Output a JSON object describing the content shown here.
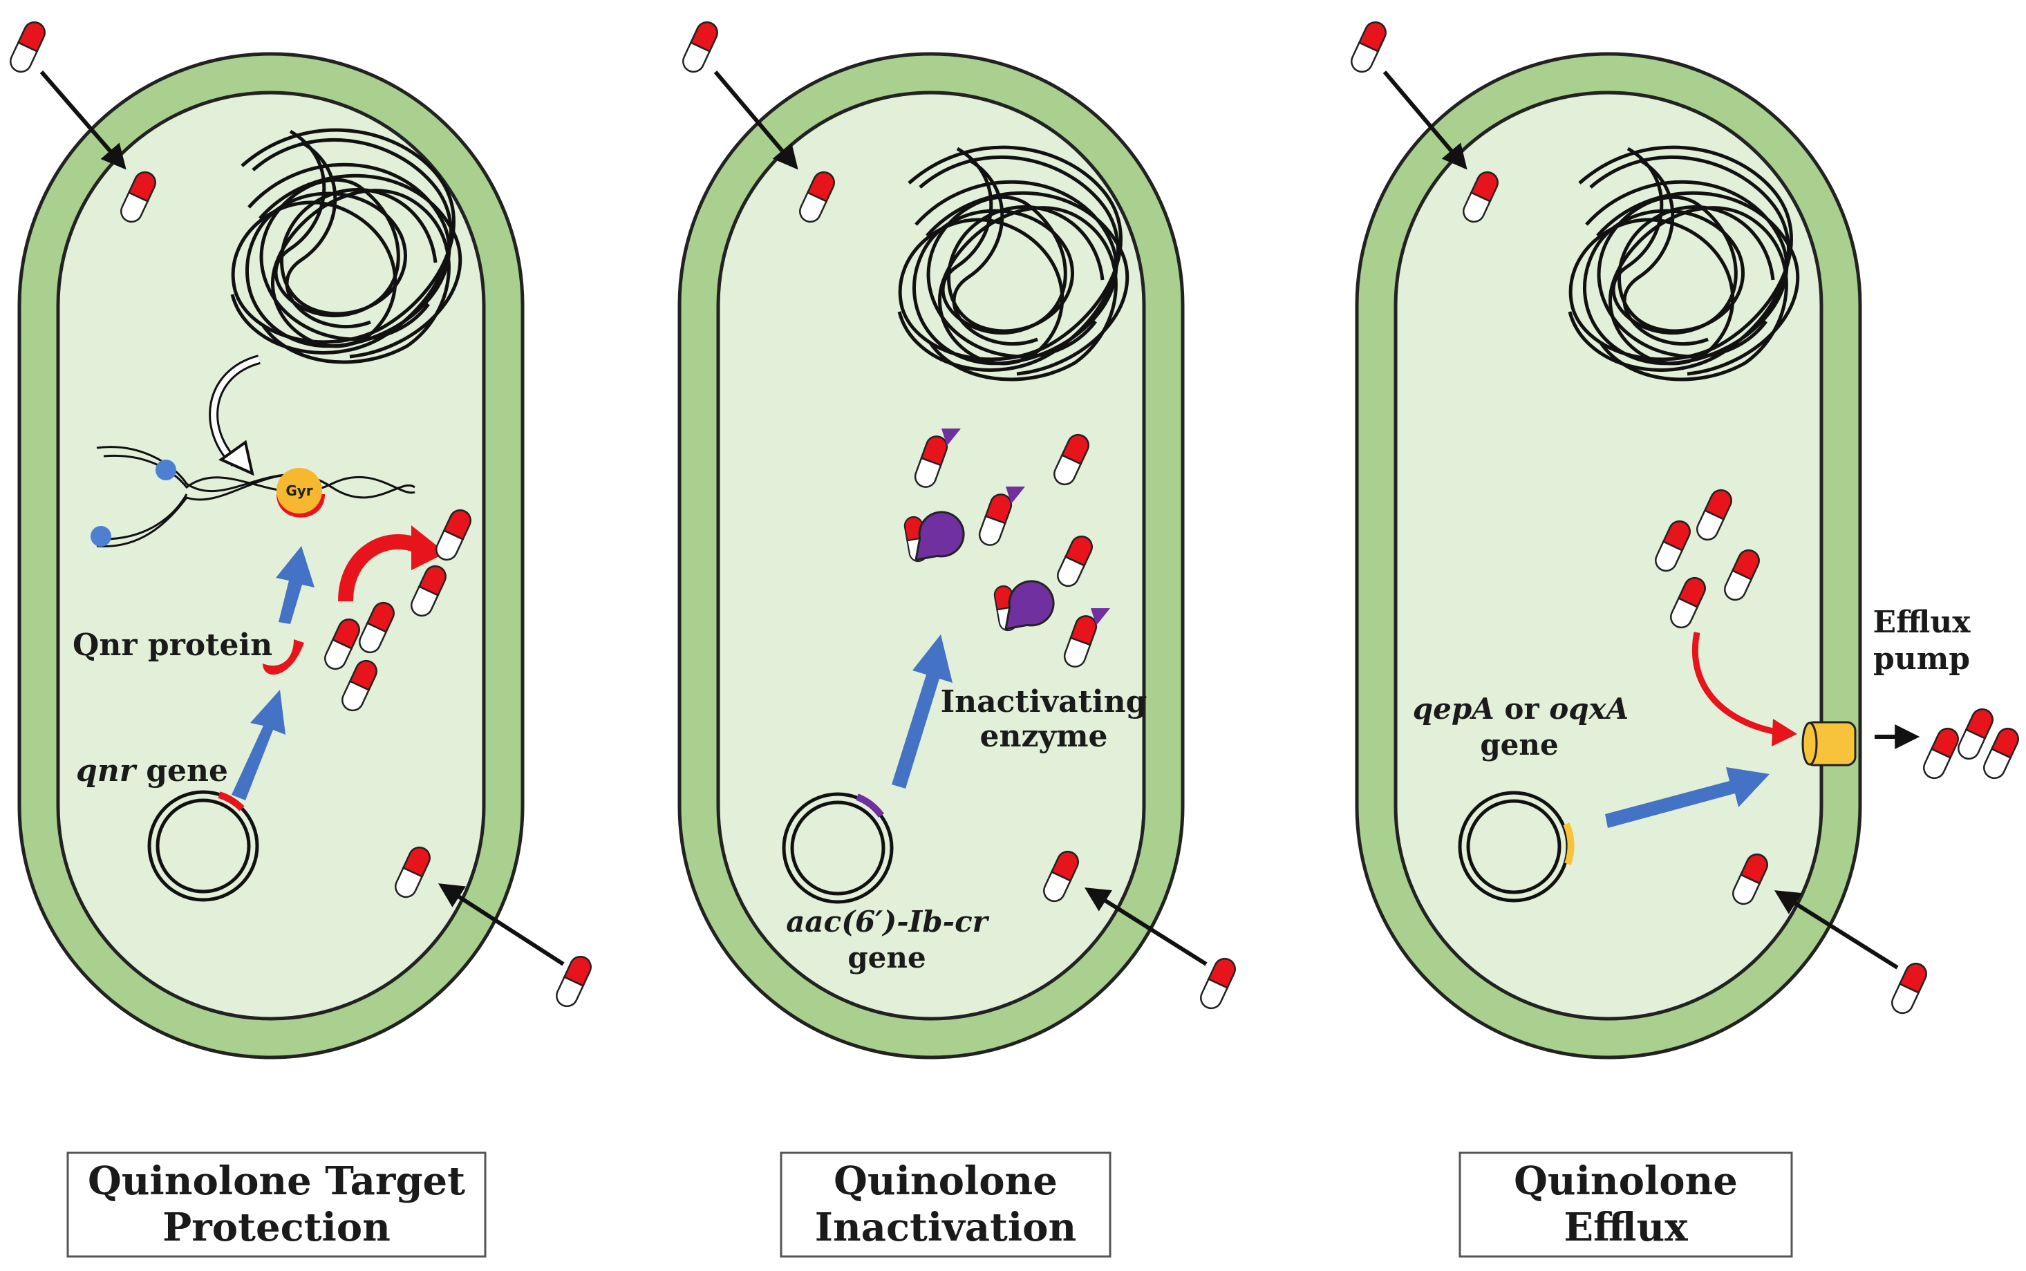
{
  "panels": [
    {
      "caption_line1": "Quinolone Target",
      "caption_line2": "Protection",
      "gyr_label": "Gyr",
      "protein_label": "Qnr protein",
      "gene_italic": "qnr",
      "gene_suffix": " gene"
    },
    {
      "caption_line1": "Quinolone",
      "caption_line2": "Inactivation",
      "enzyme_line1": "Inactivating",
      "enzyme_line2": "enzyme",
      "gene_line1": "aac(6′)-Ib-cr",
      "gene_line2": "gene"
    },
    {
      "caption_line1": "Quinolone",
      "caption_line2": "Efflux",
      "pump_line1": "Efflux",
      "pump_line2": "pump",
      "gene_italic_a": "qepA",
      "gene_or": " or ",
      "gene_italic_b": "oqxA",
      "gene_line2": "gene"
    }
  ],
  "colors": {
    "cell_wall": "#a9d08e",
    "cytoplasm": "#e2efd9",
    "drug_red": "#e8141b",
    "arrow_blue": "#4472c4",
    "enzyme_purple": "#7030a0",
    "pump_orange": "#f7c33a",
    "gyrase_orange": "#f5b82e",
    "dna_dot_blue": "#4f7fd1"
  }
}
